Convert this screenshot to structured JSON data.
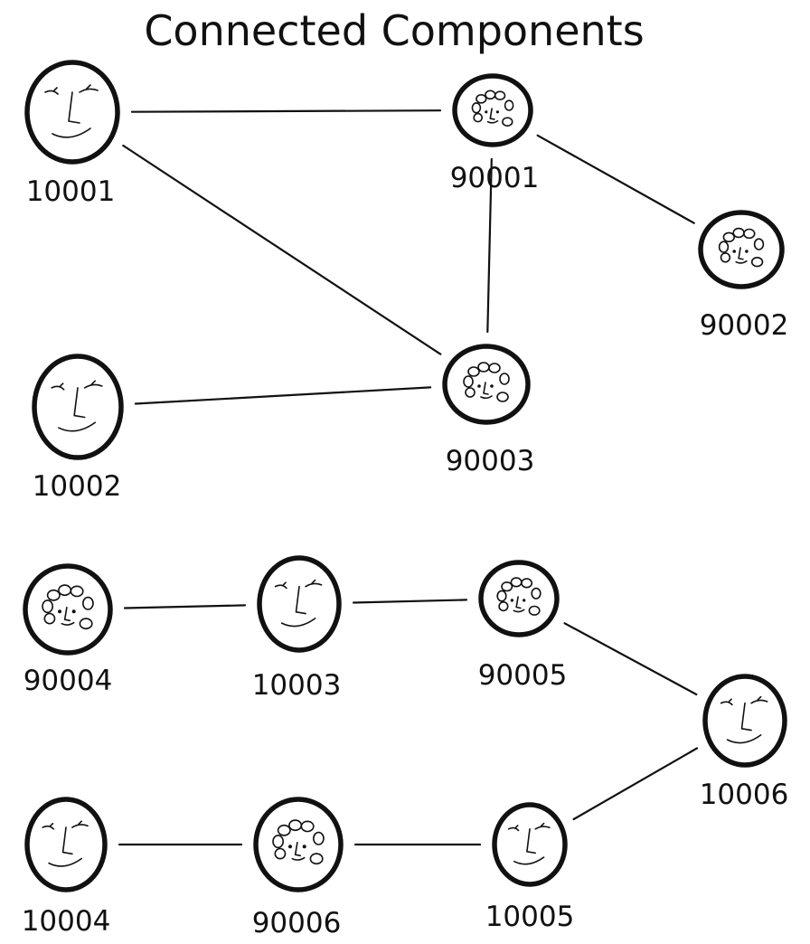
{
  "title": "Connected Components",
  "nodes": [
    {
      "id": "10001",
      "kind": "face"
    },
    {
      "id": "10002",
      "kind": "face"
    },
    {
      "id": "10003",
      "kind": "face"
    },
    {
      "id": "10004",
      "kind": "face"
    },
    {
      "id": "10005",
      "kind": "face"
    },
    {
      "id": "10006",
      "kind": "face"
    },
    {
      "id": "90001",
      "kind": "curly-face"
    },
    {
      "id": "90002",
      "kind": "curly-face"
    },
    {
      "id": "90003",
      "kind": "curly-face"
    },
    {
      "id": "90004",
      "kind": "curly-face"
    },
    {
      "id": "90005",
      "kind": "curly-face"
    },
    {
      "id": "90006",
      "kind": "curly-face"
    }
  ],
  "edges": [
    [
      "10001",
      "90001"
    ],
    [
      "10001",
      "90003"
    ],
    [
      "90001",
      "90003"
    ],
    [
      "90001",
      "90002"
    ],
    [
      "10002",
      "90003"
    ],
    [
      "90004",
      "10003"
    ],
    [
      "10003",
      "90005"
    ],
    [
      "90005",
      "10006"
    ],
    [
      "10006",
      "10005"
    ],
    [
      "10004",
      "90006"
    ],
    [
      "90006",
      "10005"
    ]
  ]
}
